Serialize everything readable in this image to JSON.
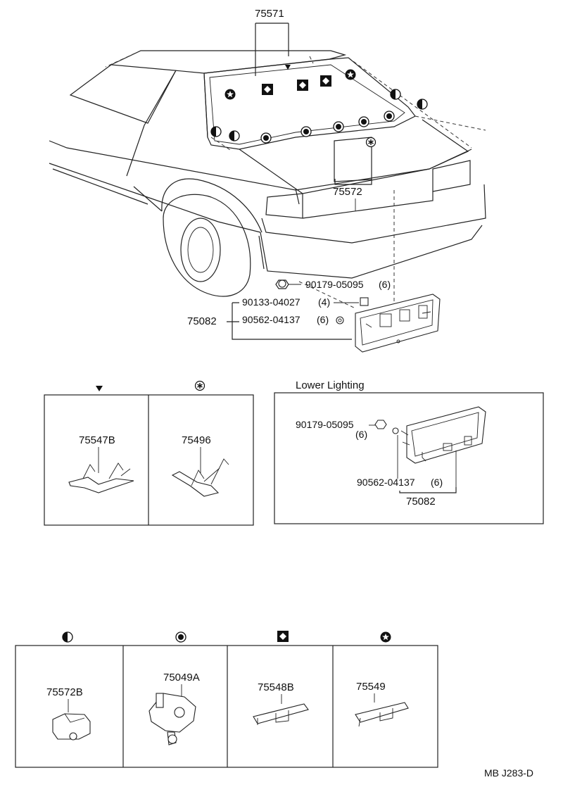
{
  "top_labels": {
    "p75571": "75571",
    "p75572": "75572",
    "p75082": "75082",
    "bolt1": "90179-05095",
    "bolt1_qty": "(6)",
    "screw": "90133-04027",
    "screw_qty": "(4)",
    "nut": "90562-04137",
    "nut_qty": "(6)"
  },
  "mid_left": {
    "p75547B": "75547B",
    "p75496": "75496"
  },
  "lower_lighting": {
    "title": "Lower Lighting",
    "bolt": "90179-05095",
    "bolt_qty": "(6)",
    "nut": "90562-04137",
    "nut_qty": "(6)",
    "part": "75082"
  },
  "bottom": {
    "p75572B": "75572B",
    "p75049A": "75049A",
    "p75548B": "75548B",
    "p75549": "75549"
  },
  "footer_code": "MB J283-D",
  "icons": [
    "half-circle-icon",
    "bullseye-icon",
    "square-diamond-icon",
    "star-circle-icon",
    "triangle-icon",
    "asterisk-circle-icon"
  ]
}
